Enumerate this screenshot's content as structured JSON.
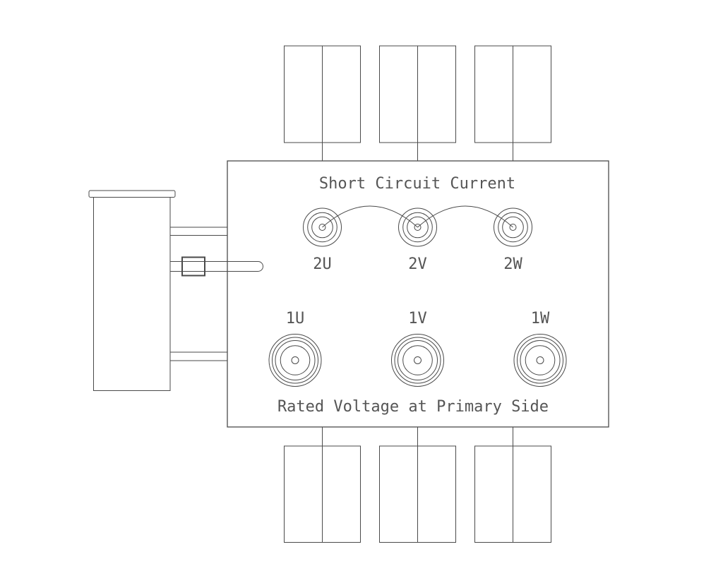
{
  "colors": {
    "line": "#4a4a4a",
    "text": "#555555",
    "background": "#ffffff"
  },
  "panel": {
    "title": "Short Circuit Current",
    "caption": "Rated Voltage at Primary Side",
    "secondary_terminals": [
      {
        "label": "2U"
      },
      {
        "label": "2V"
      },
      {
        "label": "2W"
      }
    ],
    "primary_terminals": [
      {
        "label": "1U"
      },
      {
        "label": "1V"
      },
      {
        "label": "1W"
      }
    ]
  }
}
